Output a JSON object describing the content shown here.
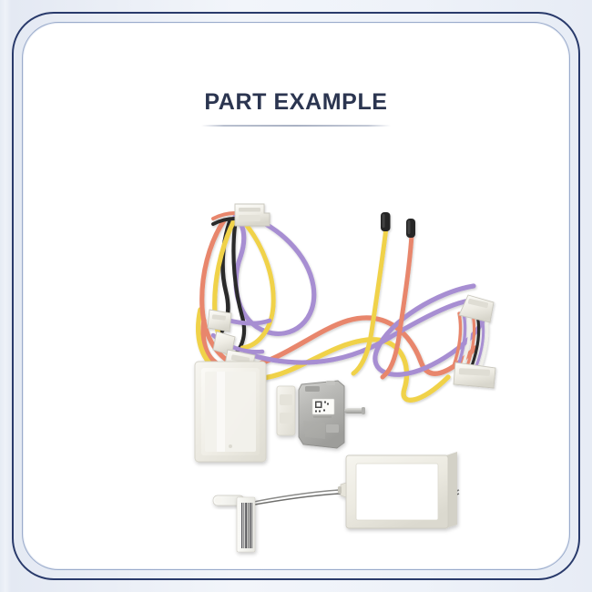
{
  "card": {
    "title": "PART EXAMPLE",
    "background_color": "#ffffff",
    "mat_color": "#e9eef6",
    "outer_border_color": "#293a6b",
    "inner_border_color": "#9aabcb",
    "title_color": "#2b3550",
    "rule_color": "#b1b9c9"
  },
  "photo": {
    "caption": "Appliance replacement parts laid out on a white background",
    "components": [
      {
        "id": "wire-harness",
        "label": "multi-color wire harness",
        "wire_colors": [
          "#e8866c",
          "#f0d24a",
          "#a78ed2",
          "#2b2b2b",
          "#efefef"
        ],
        "connector_color": "#f2f1ec",
        "terminal_color": "#2a2a2a",
        "connector_count": 6
      },
      {
        "id": "panel-white",
        "label": "white rectangular panel",
        "color": "#f0efe9"
      },
      {
        "id": "clip-small",
        "label": "small white plastic clip",
        "color": "#f1f0ea"
      },
      {
        "id": "motor-gray",
        "label": "gray damper motor with shaft",
        "color": "#b7b7b5",
        "shaft_color": "#cfcfcc",
        "label_color": "#fbfbf8"
      },
      {
        "id": "sensor-barcode",
        "label": "thermistor sensor with barcode tag",
        "color": "#f4f3ef",
        "barcode_color": "#58585a",
        "wire_color": "#7d7d7d"
      },
      {
        "id": "bezel-frame",
        "label": "white bezel frame",
        "color": "#efeee6",
        "shadow_color": "#d6d5cc"
      }
    ]
  }
}
